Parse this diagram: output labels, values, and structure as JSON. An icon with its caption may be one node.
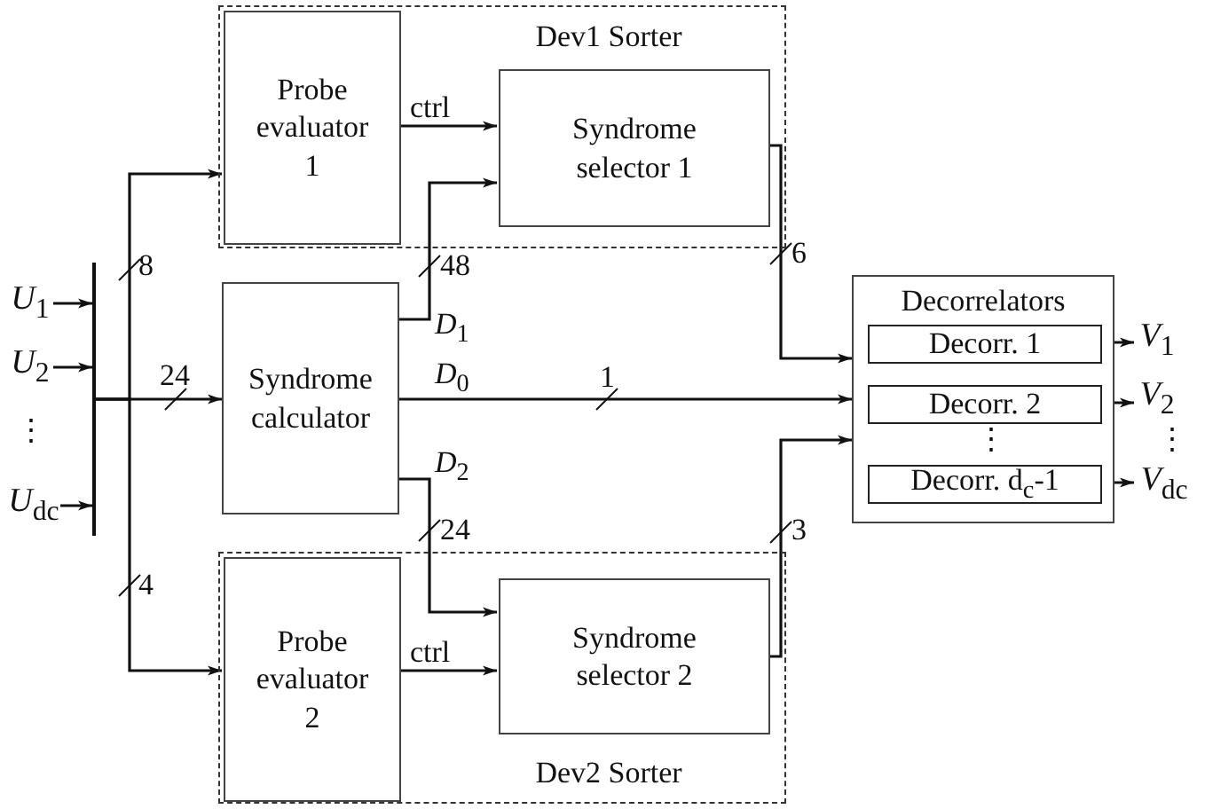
{
  "diagram": {
    "nodes": [
      {
        "text": [
          "Dev1 Sorter"
        ]
      },
      {
        "text": [
          "Probe evaluator 1"
        ],
        "in": 0
      },
      {
        "text": [
          "Syndrome selector 1"
        ],
        "in": 0
      },
      {
        "text": [
          "*U*$_{1}$"
        ]
      },
      {
        "text": [
          "*U*$_{2}$"
        ]
      },
      {
        "text": [
          "*U*$_{dc}$"
        ]
      },
      {
        "text": [],
        "shape": "bar"
      },
      {
        "text": [
          "Syndrome calculator"
        ]
      },
      {
        "text": [
          "Decorrelators"
        ]
      },
      {
        "text": [
          "Decorr. 1"
        ],
        "in": 8
      },
      {
        "text": [
          "Decorr. 2"
        ],
        "in": 8
      },
      {
        "text": [
          "Decorr. d$_{c}$-1"
        ],
        "in": 8
      },
      {
        "text": [
          "*V*$_{1}$"
        ]
      },
      {
        "text": [
          "*V*$_{2}$"
        ]
      },
      {
        "text": [
          "*V*$_{dc}$"
        ]
      },
      {
        "text": [
          "Dev2 Sorter"
        ]
      },
      {
        "text": [
          "Probe evaluator 2"
        ],
        "in": 15
      },
      {
        "text": [
          "Syndrome selector 2"
        ],
        "in": 15
      }
    ],
    "edges": [
      {
        "from": 3,
        "to": 6,
        "arrow": "to"
      },
      {
        "from": 4,
        "to": 6,
        "arrow": "to"
      },
      {
        "from": 5,
        "to": 6,
        "arrow": "to"
      },
      {
        "from": 6,
        "to": 1,
        "arrow": "to",
        "label": "8"
      },
      {
        "from": 6,
        "to": 7,
        "arrow": "to",
        "label": "24"
      },
      {
        "from": 6,
        "to": 16,
        "arrow": "to",
        "label": "4"
      },
      {
        "from": 1,
        "to": 2,
        "arrow": "to",
        "label": "ctrl"
      },
      {
        "from": 7,
        "to": 2,
        "arrow": "to",
        "label": "48"
      },
      {
        "from": 7,
        "to": 8,
        "arrow": "to",
        "label": "1"
      },
      {
        "from": 7,
        "to": 17,
        "arrow": "to",
        "label": "24"
      },
      {
        "from": 16,
        "to": 17,
        "arrow": "to",
        "label": "ctrl"
      },
      {
        "from": 2,
        "to": 8,
        "arrow": "to",
        "label": "6"
      },
      {
        "from": 17,
        "to": 8,
        "arrow": "to",
        "label": "3"
      },
      {
        "from": 9,
        "to": 12,
        "arrow": "to"
      },
      {
        "from": 10,
        "to": 13,
        "arrow": "to"
      },
      {
        "from": 11,
        "to": 14,
        "arrow": "to"
      }
    ],
    "labels": [
      "*D*$_{1}$",
      "*D*$_{0}$",
      "⋮",
      "⋮",
      "⋮",
      "*D*$_{2}$"
    ]
  }
}
